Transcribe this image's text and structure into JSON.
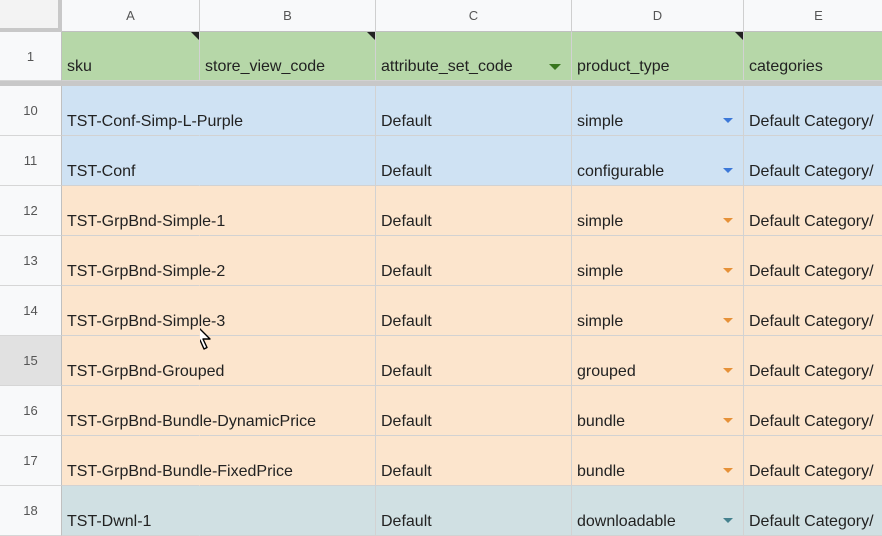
{
  "columns": [
    "A",
    "B",
    "C",
    "D",
    "E"
  ],
  "header_row": {
    "number": "1",
    "cells": [
      "sku",
      "store_view_code",
      "attribute_set_code",
      "product_type",
      "categories"
    ]
  },
  "rows": [
    {
      "number": "10",
      "sku": "TST-Conf-Simp-L-Purple",
      "store_view_code": "",
      "attribute_set_code": "Default",
      "product_type": "simple",
      "categories": "Default Category/",
      "color": "#cfe2f3",
      "arrow_color": "#3c78d8",
      "selected": false
    },
    {
      "number": "11",
      "sku": "TST-Conf",
      "store_view_code": "",
      "attribute_set_code": "Default",
      "product_type": "configurable",
      "categories": "Default Category/",
      "color": "#cfe2f3",
      "arrow_color": "#3c78d8",
      "selected": false
    },
    {
      "number": "12",
      "sku": "TST-GrpBnd-Simple-1",
      "store_view_code": "",
      "attribute_set_code": "Default",
      "product_type": "simple",
      "categories": "Default Category/",
      "color": "#fce5cd",
      "arrow_color": "#e69138",
      "selected": false
    },
    {
      "number": "13",
      "sku": "TST-GrpBnd-Simple-2",
      "store_view_code": "",
      "attribute_set_code": "Default",
      "product_type": "simple",
      "categories": "Default Category/",
      "color": "#fce5cd",
      "arrow_color": "#e69138",
      "selected": false
    },
    {
      "number": "14",
      "sku": "TST-GrpBnd-Simple-3",
      "store_view_code": "",
      "attribute_set_code": "Default",
      "product_type": "simple",
      "categories": "Default Category/",
      "color": "#fce5cd",
      "arrow_color": "#e69138",
      "selected": false
    },
    {
      "number": "15",
      "sku": "TST-GrpBnd-Grouped",
      "store_view_code": "",
      "attribute_set_code": "Default",
      "product_type": "grouped",
      "categories": "Default Category/",
      "color": "#fce5cd",
      "arrow_color": "#e69138",
      "selected": true
    },
    {
      "number": "16",
      "sku": "TST-GrpBnd-Bundle-DynamicPrice",
      "store_view_code": "",
      "attribute_set_code": "Default",
      "product_type": "bundle",
      "categories": "Default Category/",
      "color": "#fce5cd",
      "arrow_color": "#e69138",
      "selected": false
    },
    {
      "number": "17",
      "sku": "TST-GrpBnd-Bundle-FixedPrice",
      "store_view_code": "",
      "attribute_set_code": "Default",
      "product_type": "bundle",
      "categories": "Default Category/",
      "color": "#fce5cd",
      "arrow_color": "#e69138",
      "selected": false
    },
    {
      "number": "18",
      "sku": "TST-Dwnl-1",
      "store_view_code": "",
      "attribute_set_code": "Default",
      "product_type": "downloadable",
      "categories": "Default Category/",
      "color": "#d0e0e3",
      "arrow_color": "#45818e",
      "selected": false
    }
  ],
  "colors": {
    "header_green": "#b6d7a8",
    "filter_arrow": "#38761d"
  }
}
